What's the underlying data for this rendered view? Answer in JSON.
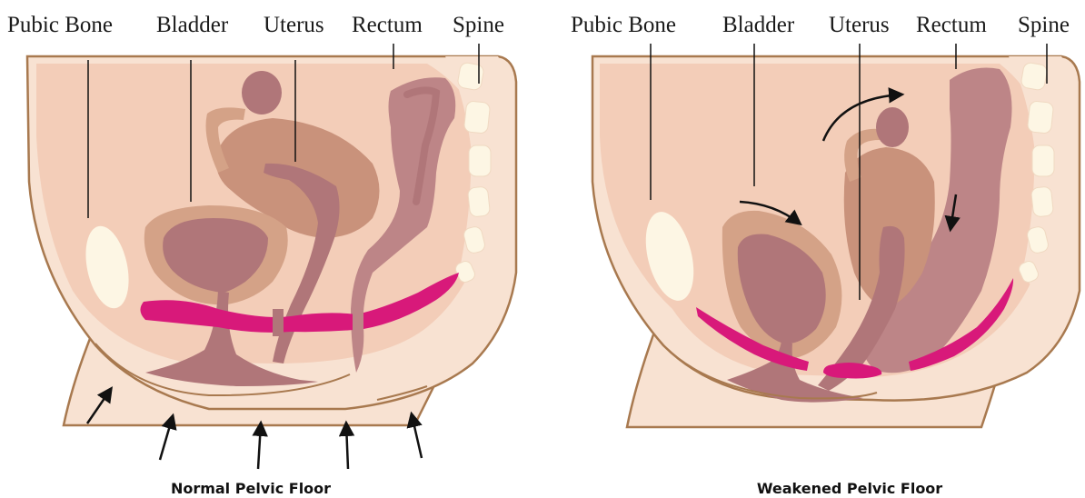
{
  "colors": {
    "skin_outer": "#f8e2d2",
    "skin_inner": "#f3cdb8",
    "outline": "#a8794f",
    "bone": "#fdf6e4",
    "organ_uterus": "#c9927b",
    "organ_bladder_outer": "#d4a287",
    "organ_dark": "#b07679",
    "rectum": "#bd8587",
    "muscle": "#d8197a",
    "arrow": "#111111"
  },
  "panels": [
    {
      "labels": [
        "Pubic Bone",
        "Bladder",
        "Uterus",
        "Rectum",
        "Spine"
      ],
      "caption": "Normal Pelvic Floor"
    },
    {
      "labels": [
        "Pubic Bone",
        "Bladder",
        "Uterus",
        "Rectum",
        "Spine"
      ],
      "caption": "Weakened Pelvic Floor"
    }
  ]
}
